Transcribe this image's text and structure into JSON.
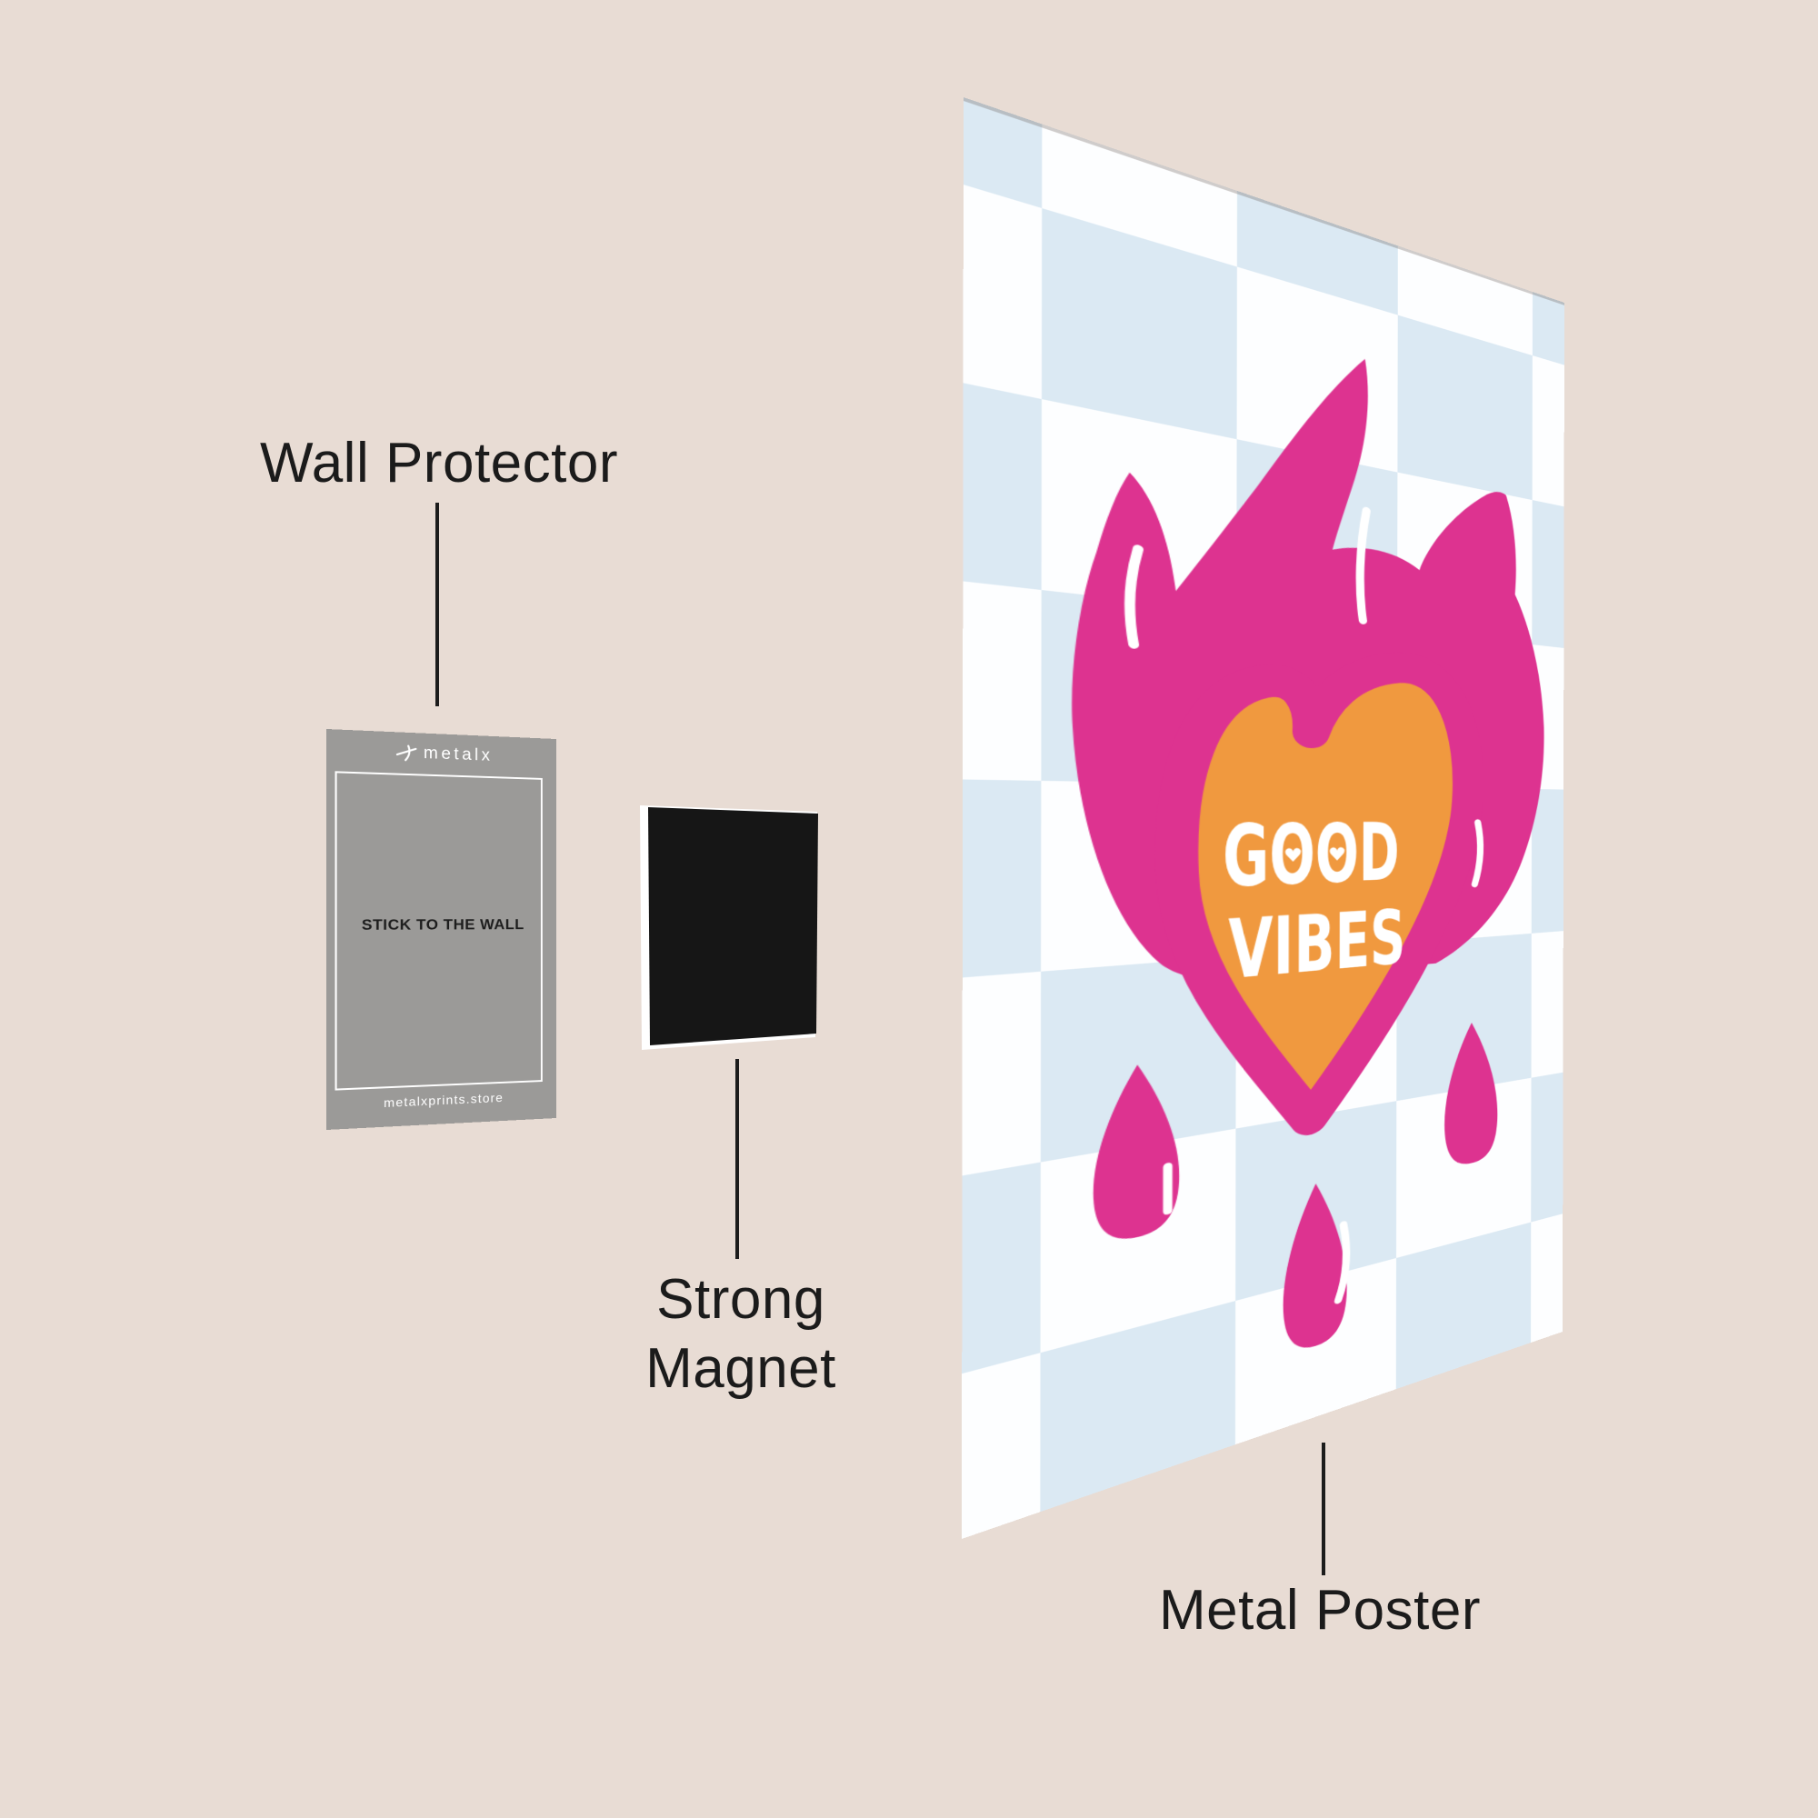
{
  "background_color": "#e8dcd4",
  "labels": {
    "wall_protector": "Wall Protector",
    "strong_magnet_line1": "Strong",
    "strong_magnet_line2": "Magnet",
    "metal_poster": "Metal Poster"
  },
  "card": {
    "brand": "metalx",
    "center_text": "STICK TO THE WALL",
    "footer_text": "metalxprints.store",
    "bg_color": "#9b9a98"
  },
  "magnet": {
    "color": "#161616"
  },
  "poster": {
    "checker_blue": "#dbe9f3",
    "checker_white": "#fdfeff",
    "flame_pink": "#dd3390",
    "heart_orange": "#f0993f",
    "text_line1": "GOOD",
    "text_line2": "VIBES",
    "text_color": "#ffffff",
    "o_heart_glyph": "♥"
  }
}
